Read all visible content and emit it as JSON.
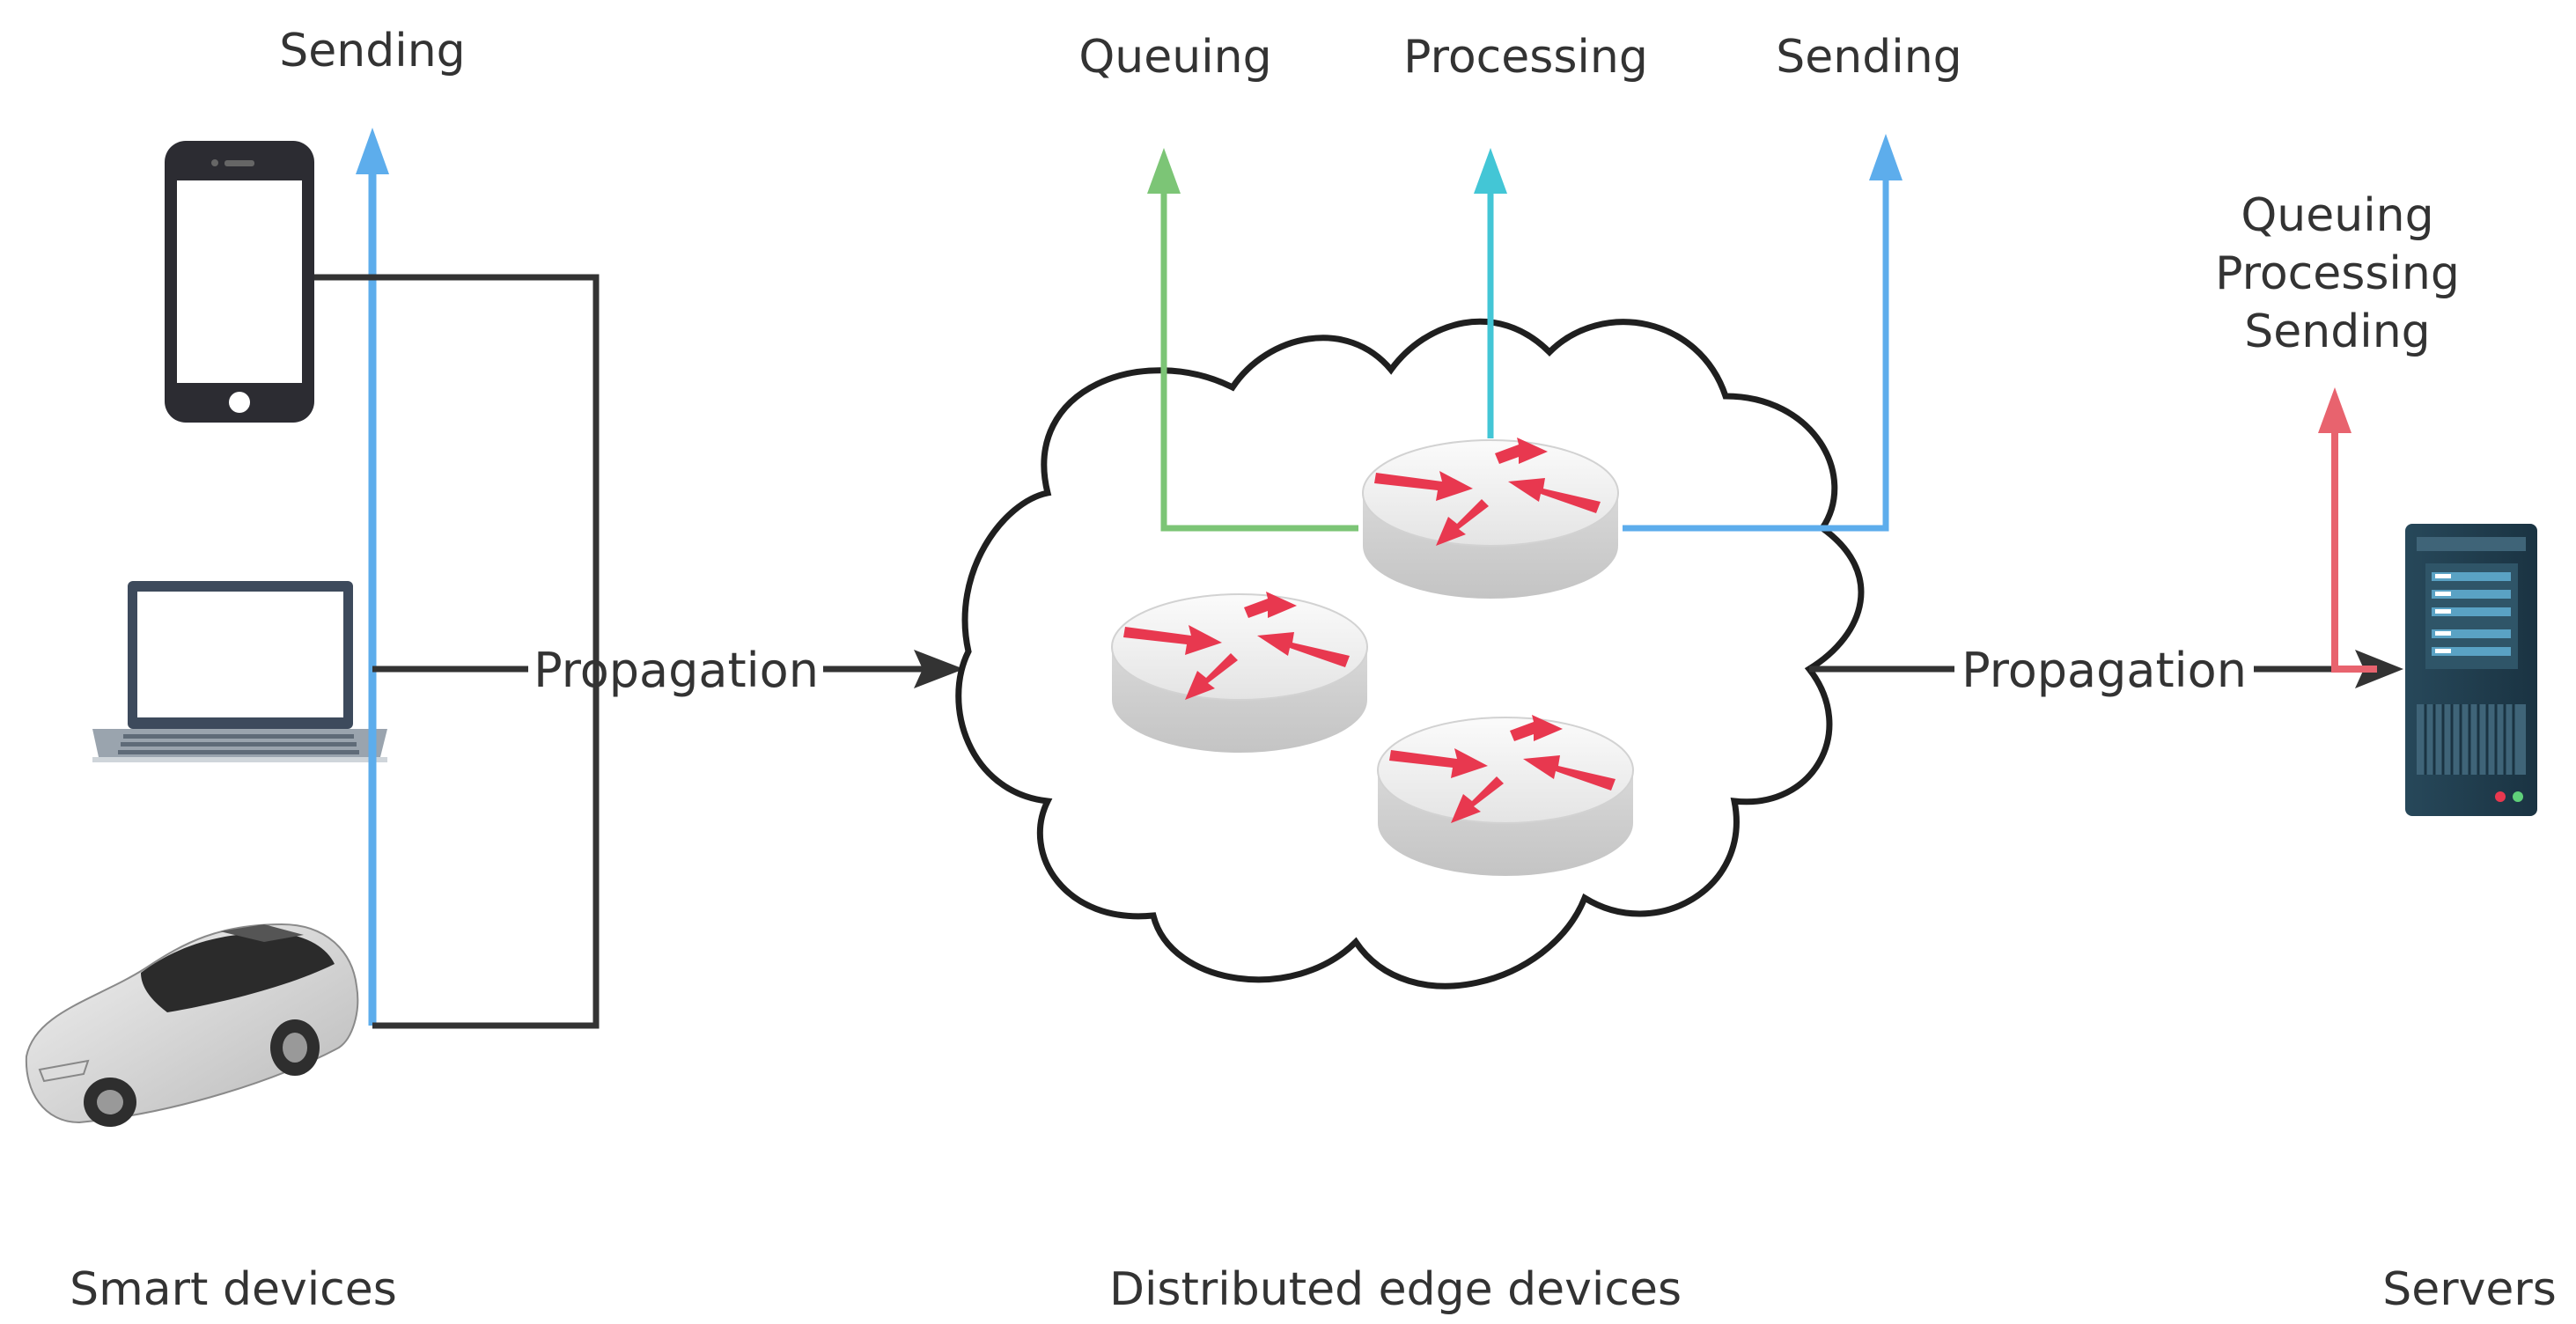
{
  "labels": {
    "sending_left": "Sending",
    "queuing": "Queuing",
    "processing": "Processing",
    "sending_mid": "Sending",
    "server_queuing": "Queuing",
    "server_processing": "Processing",
    "server_sending": "Sending",
    "propagation_left": "Propagation",
    "propagation_right": "Propagation",
    "smart_devices": "Smart devices",
    "edge_devices": "Distributed edge devices",
    "servers": "Servers"
  },
  "colors": {
    "sending": "#5DADEC",
    "queuing": "#7CC576",
    "processing": "#43C6D6",
    "server_delay": "#E8636E",
    "propagation": "#333333",
    "router_arrow": "#E8384F"
  }
}
